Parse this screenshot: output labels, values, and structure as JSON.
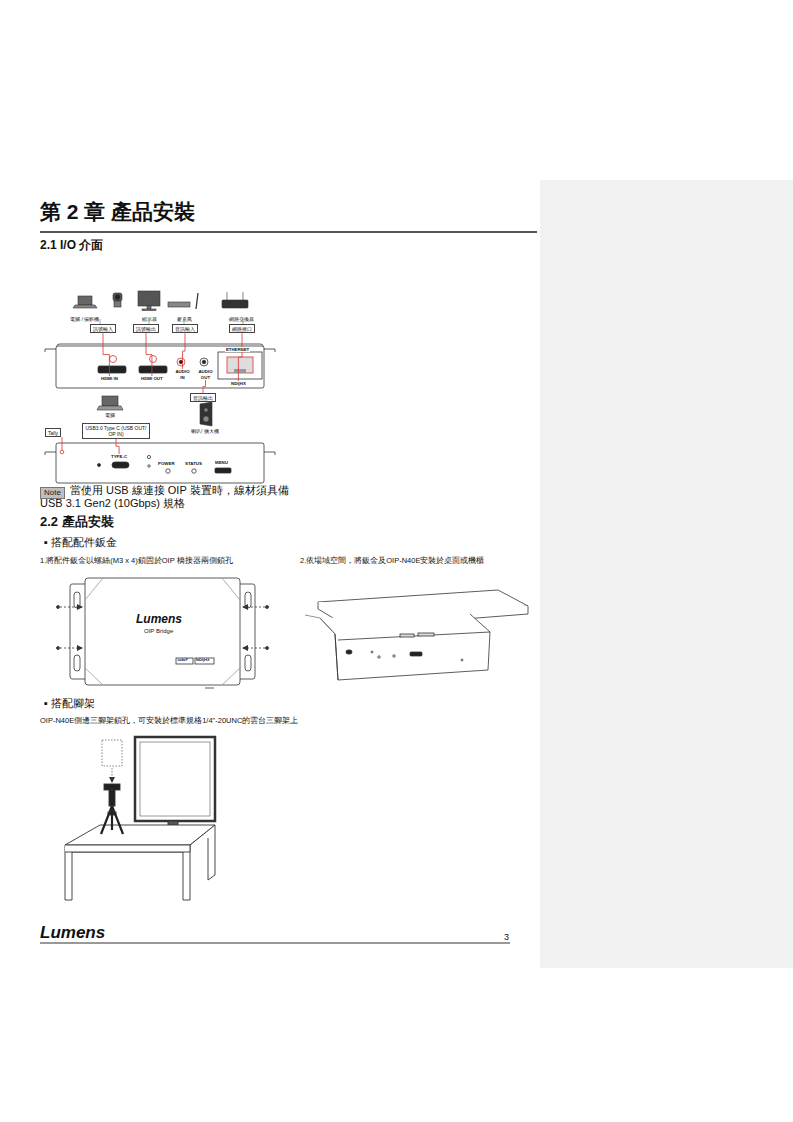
{
  "diagram": {
    "title": "第 2 章 產品安裝",
    "nodes": [
      {
        "text": [
          "訊號輸入"
        ]
      },
      {
        "text": [
          "訊號輸出"
        ]
      },
      {
        "text": [
          "音訊輸入"
        ]
      },
      {
        "text": [
          "網路接口"
        ]
      },
      {
        "text": [
          "HDMI IN"
        ]
      },
      {
        "text": [
          "HDMI OUT"
        ]
      },
      {
        "text": [
          "AUDIO IN"
        ]
      },
      {
        "text": [
          "AUDIO OUT"
        ]
      },
      {
        "text": [
          "NDI|HX"
        ]
      },
      {
        "text": [
          "音訊輸出"
        ]
      },
      {
        "text": [
          "Tally"
        ]
      },
      {
        "text": [
          "USB3.0 Type C (USB OUT/ OP IN)"
        ]
      },
      {
        "text": [
          "TYPE-C"
        ]
      }
    ],
    "edges": [
      {
        "from": 0,
        "to": 4,
        "arrow": "none"
      },
      {
        "from": 1,
        "to": 5,
        "arrow": "none"
      },
      {
        "from": 2,
        "to": 6,
        "arrow": "none"
      },
      {
        "from": 3,
        "to": 8,
        "arrow": "none"
      },
      {
        "from": 7,
        "to": 9,
        "arrow": "none"
      },
      {
        "from": 11,
        "to": 12,
        "arrow": "none"
      }
    ],
    "labels": [
      "電腦 / 攝影機",
      "顯示器",
      "麥克風",
      "網路交換器",
      "ETHERNET",
      "電腦",
      "喇叭/ 擴大機",
      "POWER",
      "STATUS",
      "MENU",
      "Note",
      "當使用 USB 線連接 OIP 裝置時，線材須具備 USB 3.1 Gen2 (10Gbps) 規格",
      "2.1 I/O 介面",
      "2.2 產品安裝",
      "▪ 搭配配件鈑金",
      "1.將配件鈑金以螺絲(M3 x 4)鎖固於OIP 橋接器兩側鎖孔",
      "2.依場域空間，將鈑金及OIP-N40E安裝於桌面或機櫃",
      "Lumens",
      "OIP Bridge",
      "1080P",
      "NDI|HX",
      "▪ 搭配腳架",
      "OIP-N40E側邊三腳架鎖孔，可安裝於標準規格1/4\"-20UNC的雲台三腳架上",
      "Lumens",
      "3"
    ]
  }
}
